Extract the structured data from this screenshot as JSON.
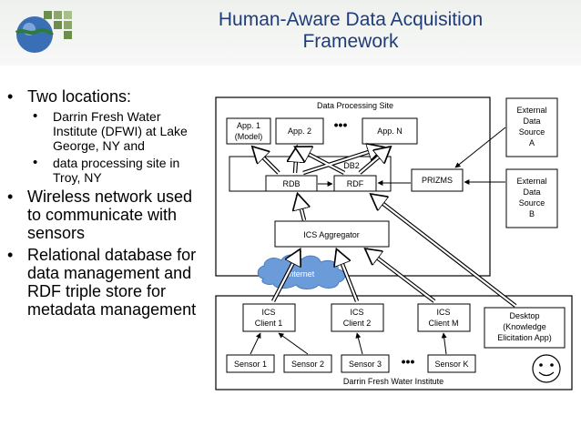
{
  "title": {
    "line1": "Human-Aware Data Acquisition",
    "line2": "Framework"
  },
  "bullets": {
    "b1": "Two locations:",
    "b1_sub1": "Darrin Fresh Water Institute (DFWI) at Lake George, NY and",
    "b1_sub2": "data processing site in Troy, NY",
    "b2": "Wireless network used to communicate with sensors",
    "b3": "Relational database for data management and RDF triple store for metadata management"
  },
  "diagram": {
    "site_label": "Data Processing Site",
    "app1_line1": "App. 1",
    "app1_line2": "(Model)",
    "app2": "App. 2",
    "appN": "App. N",
    "db2": "DB2",
    "rdb": "RDB",
    "rdf": "RDF",
    "prizms": "PRIZMS",
    "extA_line1": "External",
    "extA_line2": "Data",
    "extA_line3": "Source",
    "extA_line4": "A",
    "extB_line1": "External",
    "extB_line2": "Data",
    "extB_line3": "Source",
    "extB_line4": "B",
    "aggregator": "ICS Aggregator",
    "internet": "Internet",
    "ics1_line1": "ICS",
    "ics1_line2": "Client 1",
    "ics2_line1": "ICS",
    "ics2_line2": "Client 2",
    "icsM_line1": "ICS",
    "icsM_line2": "Client M",
    "desktop_line1": "Desktop",
    "desktop_line2": "(Knowledge",
    "desktop_line3": "Elicitation App)",
    "sensor1": "Sensor 1",
    "sensor2": "Sensor 2",
    "sensor3": "Sensor 3",
    "sensorK": "Sensor K",
    "dfwi_label": "Darrin Fresh Water Institute",
    "ellipsis": "•••"
  }
}
